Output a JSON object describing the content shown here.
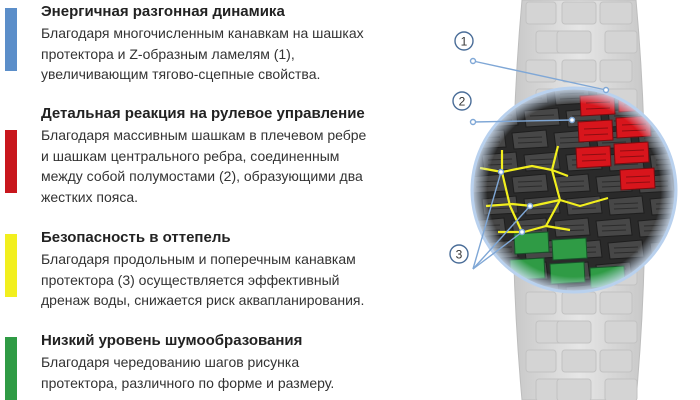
{
  "features": [
    {
      "color": "#5b8ec9",
      "title": "Энергичная разгонная динамика",
      "lines": [
        "Благодаря многочисленным канавкам на шашках",
        "протектора и Z-образным ламелям (1),",
        "увеличивающим тягово-сцепные свойства."
      ]
    },
    {
      "color": "#c8161d",
      "title": "Детальная реакция на рулевое управление",
      "lines": [
        "Благодаря массивным шашкам в плечевом ребре",
        "и шашкам центрального ребра, соединенным",
        "между собой полумостами (2), образующими два",
        "жестких пояса."
      ]
    },
    {
      "color": "#f2ef1e",
      "title": "Безопасность в оттепель",
      "lines": [
        "Благодаря продольным и поперечным канавкам",
        "протектора (3) осуществляется эффективный",
        "дренаж воды, снижается риск аквапланирования."
      ]
    },
    {
      "color": "#2f9b45",
      "title": "Низкий уровень шумообразования",
      "lines": [
        "Благодаря чередованию шагов рисунка",
        "протектора, различного по форме и размеру."
      ]
    }
  ],
  "diagram": {
    "callouts": [
      "1",
      "2",
      "3"
    ],
    "colors": {
      "tread_rubber": "#3c3c3c",
      "tire_ghost": "#dcdcdc",
      "lens_ring": "#cfe0f4",
      "callout_line": "#7fa7d6"
    }
  }
}
